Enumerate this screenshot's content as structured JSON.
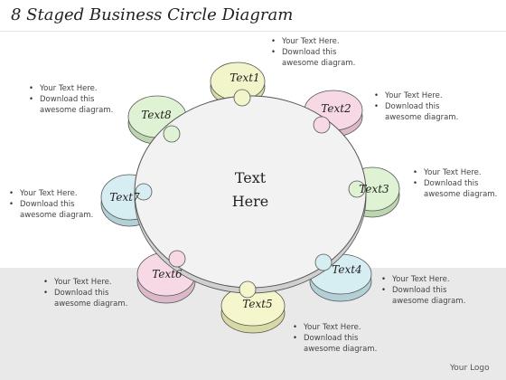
{
  "title": "8 Staged Business Circle Diagram",
  "center_text": [
    "Text",
    "Here"
  ],
  "stages": [
    {
      "label": "Text1",
      "color": "#f2f5c9"
    },
    {
      "label": "Text2",
      "color": "#f7d9e6"
    },
    {
      "label": "Text3",
      "color": "#dff2d4"
    },
    {
      "label": "Text4",
      "color": "#d6eef2"
    },
    {
      "label": "Text5",
      "color": "#f6f6cc"
    },
    {
      "label": "Text6",
      "color": "#f7d9e6"
    },
    {
      "label": "Text7",
      "color": "#d6eef2"
    },
    {
      "label": "Text8",
      "color": "#dff2d4"
    }
  ],
  "notes": [
    {
      "line1": "Your Text Here.",
      "line2": "Download this",
      "line3": "awesome diagram."
    },
    {
      "line1": "Your Text Here.",
      "line2": "Download this",
      "line3": "awesome diagram."
    },
    {
      "line1": "Your Text Here.",
      "line2": "Download this",
      "line3": "awesome diagram."
    },
    {
      "line1": "Your Text Here.",
      "line2": "Download this",
      "line3": "awesome diagram."
    },
    {
      "line1": "Your Text Here.",
      "line2": "Download this",
      "line3": "awesome diagram."
    },
    {
      "line1": "Your Text Here.",
      "line2": "Download this",
      "line3": "awesome diagram."
    },
    {
      "line1": "Your Text Here.",
      "line2": "Download this",
      "line3": "awesome diagram."
    },
    {
      "line1": "Your Text Here.",
      "line2": "Download this",
      "line3": "awesome diagram."
    }
  ],
  "logo": "Your Logo"
}
